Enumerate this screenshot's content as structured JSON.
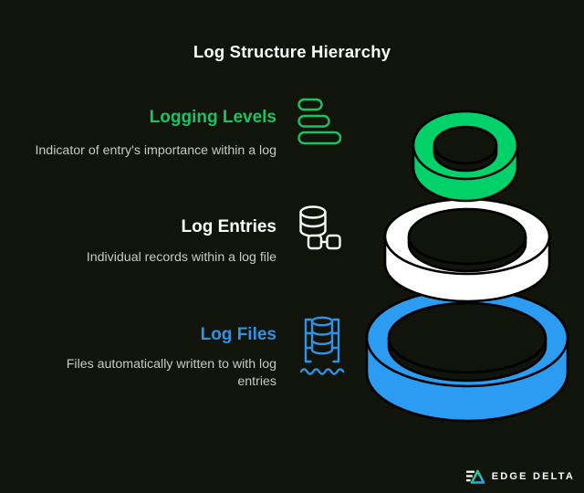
{
  "title": "Log Structure Hierarchy",
  "colors": {
    "background": "#11140b",
    "green": "#1bc261",
    "torus_green": "#00d169",
    "white": "#ffffff",
    "blue": "#2e93e8",
    "torus_blue": "#2b9cf2",
    "description_gray": "#c9c9c6",
    "outline_black": "#000000"
  },
  "sections": [
    {
      "label": "Logging Levels",
      "description": "Indicator of entry's importance within a log",
      "icon": "logging-levels-icon"
    },
    {
      "label": "Log Entries",
      "description": "Individual records within a log file",
      "icon": "log-entries-icon"
    },
    {
      "label": "Log Files",
      "description": "Files automatically written to with log\nentries",
      "icon": "log-files-icon"
    }
  ],
  "diagram": {
    "rings": [
      {
        "name": "logging-levels-ring",
        "color_key": "torus_green"
      },
      {
        "name": "log-entries-ring",
        "color_key": "white"
      },
      {
        "name": "log-files-ring",
        "color_key": "torus_blue"
      }
    ]
  },
  "brand": {
    "name": "EDGE DELTA",
    "logo_green": "#2dd36f",
    "logo_blue": "#2f9ff2",
    "logo_bars": "#f5f7f5"
  }
}
